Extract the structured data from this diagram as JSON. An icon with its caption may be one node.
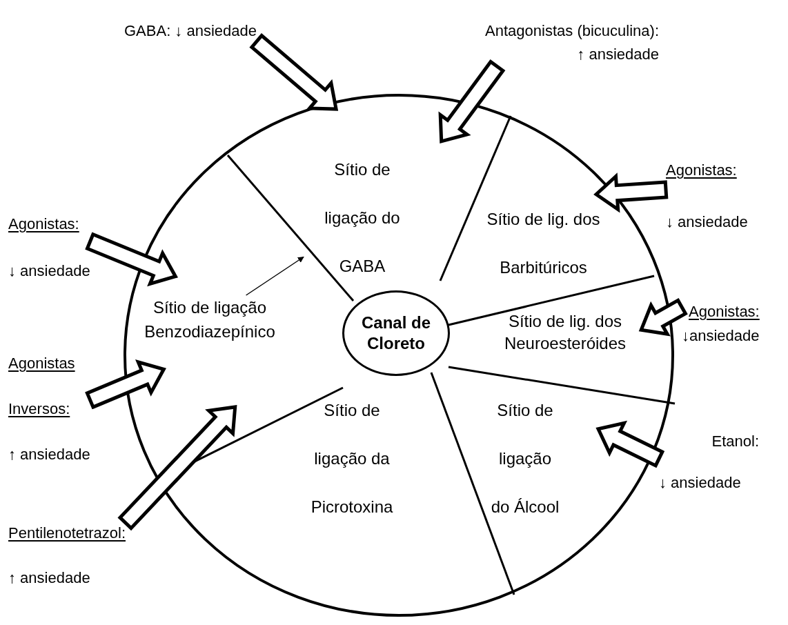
{
  "diagram": {
    "nodes": [
      {
        "text": [
          "GABA: ↓ ansiedade"
        ]
      },
      {
        "text": [
          "Antagonistas (bicuculina): ↑ ansiedade"
        ]
      },
      {
        "text": [
          "Agonistas:",
          "↓ ansiedade"
        ]
      },
      {
        "text": [
          "Agonistas:",
          "↓ansiedade"
        ]
      },
      {
        "text": [
          "Etanol:",
          "↓ ansiedade"
        ]
      },
      {
        "text": [
          "Agonistas:",
          "↓ ansiedade"
        ]
      },
      {
        "text": [
          "Agonistas Inversos:",
          "↑ ansiedade"
        ]
      },
      {
        "text": [
          "Pentilenotetrazol:",
          "↑ ansiedade"
        ]
      },
      {
        "text": [
          "Sítio de ligação do GABA"
        ]
      },
      {
        "text": [
          "Sítio de lig. dos Barbitúricos"
        ]
      },
      {
        "text": [
          "Sítio de lig. dos Neuroesteróides"
        ]
      },
      {
        "text": [
          "Sítio de ligação do Álcool"
        ]
      },
      {
        "text": [
          "Sítio de ligação da Picrotoxina"
        ]
      },
      {
        "text": [
          "Sítio de ligação Benzodiazepínico"
        ]
      },
      {
        "text": [
          "Canal de Cloreto"
        ]
      }
    ],
    "edges": [
      {
        "from": 0,
        "to": 8,
        "arrow": "to",
        "style": "thick"
      },
      {
        "from": 1,
        "to": 8,
        "arrow": "to",
        "style": "thick"
      },
      {
        "from": 2,
        "to": 9,
        "arrow": "to",
        "style": "thick"
      },
      {
        "from": 3,
        "to": 10,
        "arrow": "to",
        "style": "thick"
      },
      {
        "from": 4,
        "to": 11,
        "arrow": "to",
        "style": "thick"
      },
      {
        "from": 5,
        "to": 13,
        "arrow": "to",
        "style": "thick"
      },
      {
        "from": 6,
        "to": 13,
        "arrow": "to",
        "style": "thick"
      },
      {
        "from": 7,
        "to": 12,
        "arrow": "to",
        "style": "thick"
      },
      {
        "from": 13,
        "to": 8,
        "arrow": "to"
      }
    ]
  }
}
